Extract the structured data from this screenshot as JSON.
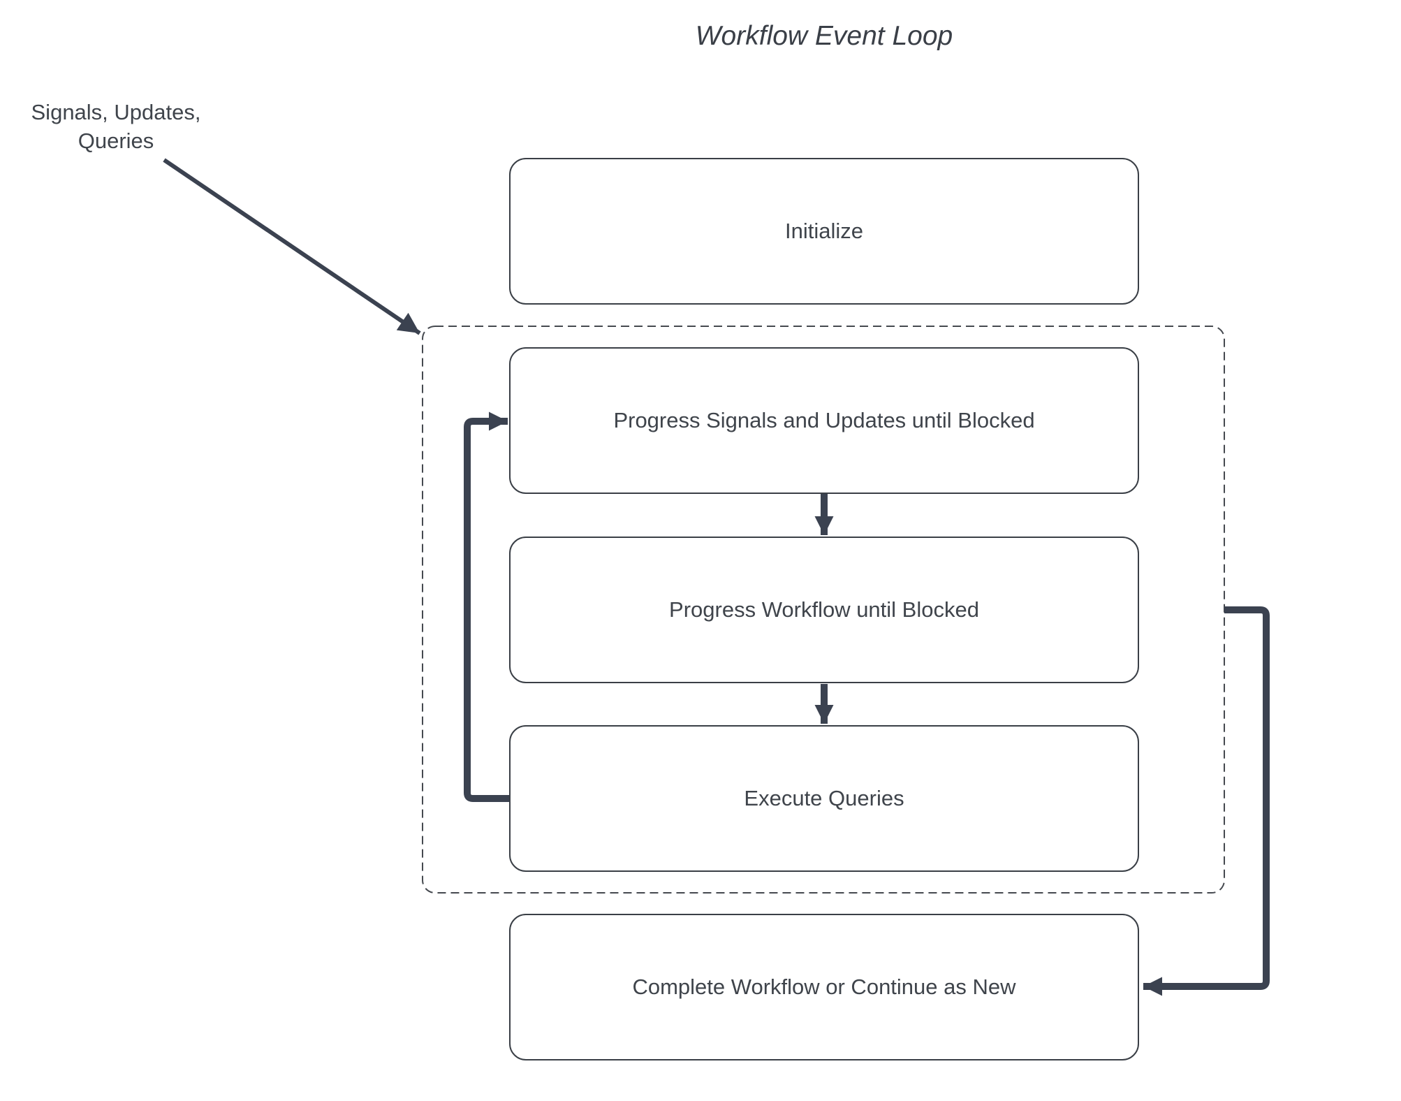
{
  "title": "Workflow Event Loop",
  "annotation": {
    "line1": "Signals, Updates,",
    "line2": "Queries"
  },
  "nodes": [
    {
      "id": "initialize",
      "label": "Initialize"
    },
    {
      "id": "progress-signals",
      "label": "Progress Signals and Updates until Blocked"
    },
    {
      "id": "progress-workflow",
      "label": "Progress Workflow until Blocked"
    },
    {
      "id": "execute-queries",
      "label": "Execute Queries"
    },
    {
      "id": "complete",
      "label": "Complete Workflow or Continue as New"
    }
  ],
  "group": {
    "id": "event-loop-group",
    "style": "dashed",
    "contains": [
      "progress-signals",
      "progress-workflow",
      "execute-queries"
    ]
  },
  "edges": [
    {
      "from": "signals-updates-queries-annotation",
      "to": "event-loop-group",
      "type": "arrow"
    },
    {
      "from": "progress-signals",
      "to": "progress-workflow",
      "type": "arrow"
    },
    {
      "from": "progress-workflow",
      "to": "execute-queries",
      "type": "arrow"
    },
    {
      "from": "execute-queries",
      "to": "progress-signals",
      "type": "loop-back-arrow"
    },
    {
      "from": "event-loop-group",
      "to": "complete",
      "type": "loop-out-arrow"
    }
  ],
  "colors": {
    "arrow": "#3b4250",
    "node_border": "#3a3f46",
    "dashed_border": "#45494f",
    "text": "#3f444b",
    "background": "#ffffff"
  }
}
